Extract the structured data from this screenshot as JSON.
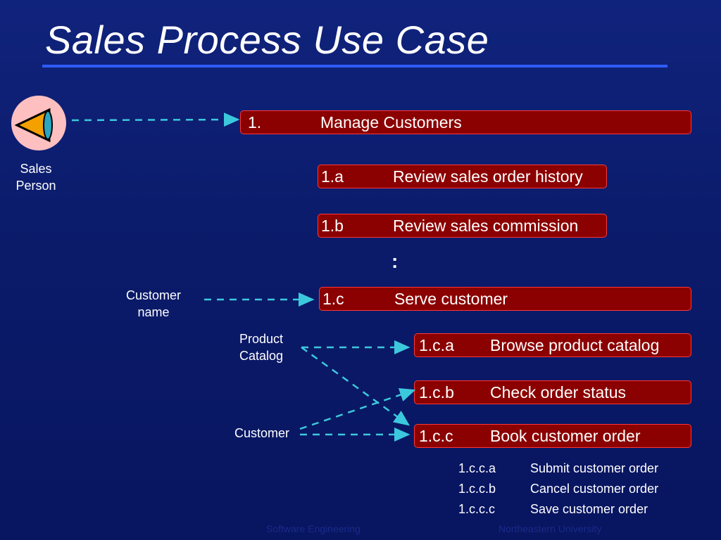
{
  "slide": {
    "title": "Sales Process Use Case"
  },
  "actors": {
    "sales_person": "Sales\nPerson",
    "customer_name": "Customer\nname",
    "product_catalog": "Product\nCatalog",
    "customer": "Customer"
  },
  "use_cases": [
    {
      "num": "1.",
      "text": "Manage Customers"
    },
    {
      "num": "1.a",
      "text": "Review sales order history"
    },
    {
      "num": "1.b",
      "text": "Review sales commission"
    },
    {
      "num": "1.c",
      "text": "Serve customer"
    },
    {
      "num": "1.c.a",
      "text": "Browse product catalog"
    },
    {
      "num": "1.c.b",
      "text": "Check order status"
    },
    {
      "num": "1.c.c",
      "text": "Book customer order"
    }
  ],
  "ellipsis": ":",
  "sub_cases": [
    {
      "num": "1.c.c.a",
      "text": "Submit customer order"
    },
    {
      "num": "1.c.c.b",
      "text": "Cancel customer order"
    },
    {
      "num": "1.c.c.c",
      "text": "Save customer order"
    }
  ],
  "footer": {
    "left": "Software Engineering",
    "right": "Northeastern University"
  },
  "colors": {
    "box_fill": "#8b0000",
    "box_border": "#ff3838",
    "arrow": "#3cc8dc",
    "rule": "#2f5bff",
    "actor_bg": "#fdbfc0"
  }
}
